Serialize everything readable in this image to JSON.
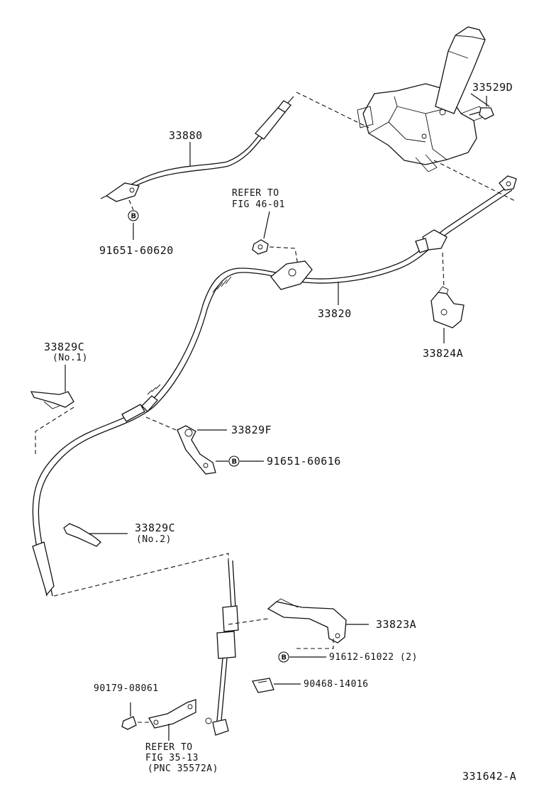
{
  "labels": {
    "p33880": "33880",
    "p33529d": "33529D",
    "refer1_line1": "REFER TO",
    "refer1_line2": "FIG 46-01",
    "p91651_60620": "91651-60620",
    "p33820": "33820",
    "p33824a": "33824A",
    "p33829c_1": "33829C",
    "p33829c_1_sub": "(No.1)",
    "p33829f": "33829F",
    "p91651_60616": "91651-60616",
    "p33829c_2": "33829C",
    "p33829c_2_sub": "(No.2)",
    "p33823a": "33823A",
    "p91612_61022": "91612-61022 (2)",
    "p90179_08061": "90179-08061",
    "p90468_14016": "90468-14016",
    "refer2_line1": "REFER TO",
    "refer2_line2": "FIG 35-13",
    "refer2_line3": "(PNC 35572A)",
    "figure_id": "331642-A"
  },
  "markers": {
    "b_letter": "B"
  }
}
